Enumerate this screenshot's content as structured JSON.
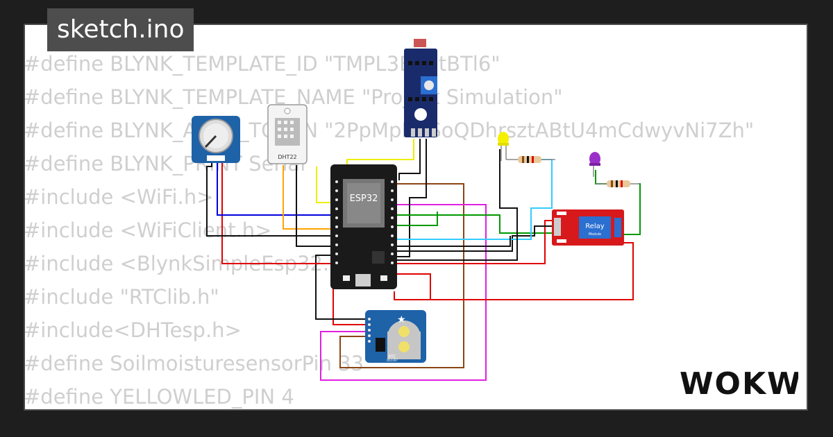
{
  "sketch_tab": {
    "title": "sketch.ino"
  },
  "code_lines": [
    "#define BLYNK_TEMPLATE_ID \"TMPL3BE7tBTl6\"",
    "#define BLYNK_TEMPLATE_NAME \"Project Simulation\"",
    "#define BLYNK_AUTH_TOKEN \"2PpMpHvSoQDhrsztABtU4mCdwyvNi7Zh\"",
    "#define BLYNK_PRINT Serial",
    "#include <WiFi.h>",
    "#include <WiFiClient.h>",
    "#include <BlynkSimpleEsp32.h>",
    "#include \"RTClib.h\"",
    "#include<DHTesp.h>",
    "#define SoilmoisturesensorPin 33",
    "#define YELLOWLED_PIN 4"
  ],
  "components": {
    "esp32_label": "ESP32",
    "dht_label": "DHT22",
    "relay_label": "Relay",
    "relay_sub": "Module",
    "rtc_label": "RTC",
    "rtc_sub": "DS1307"
  },
  "brand": {
    "logo": "WOKWi"
  },
  "colors": {
    "background": "#1e1e1e",
    "card": "#ffffff",
    "code_text": "#cfcfcf",
    "tab_bg": "#4d4d4d"
  }
}
